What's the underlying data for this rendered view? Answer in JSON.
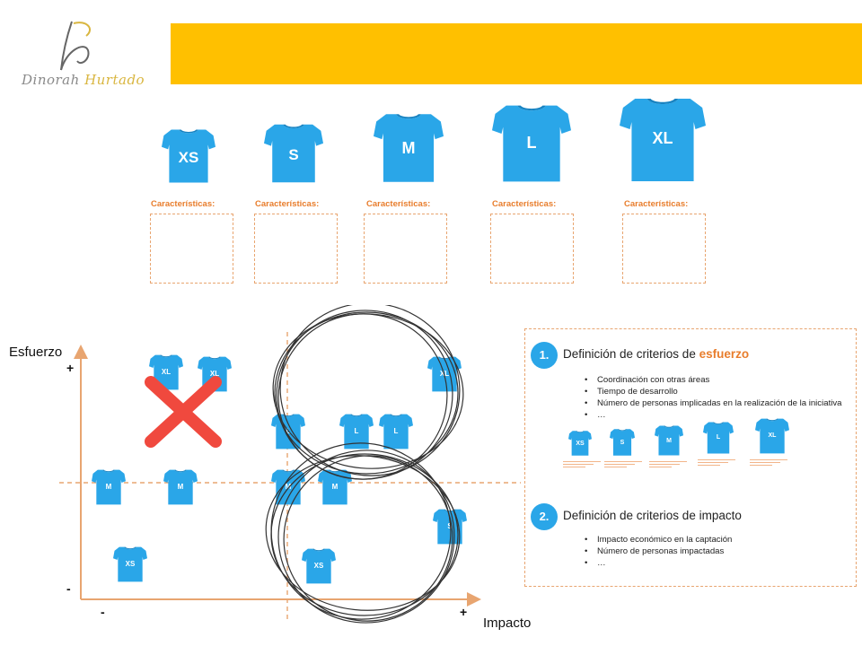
{
  "logo": {
    "text_main": "Dinorah ",
    "text_accent": "Hurtado",
    "icon": "monogram-h-icon"
  },
  "sizes": [
    {
      "size": "XS",
      "caption": "Características:"
    },
    {
      "size": "S",
      "caption": "Características:"
    },
    {
      "size": "M",
      "caption": "Características:"
    },
    {
      "size": "L",
      "caption": "Características:"
    },
    {
      "size": "XL",
      "caption": "Características:"
    }
  ],
  "matrix": {
    "y_label": "Esfuerzo",
    "x_label": "Impacto",
    "y_plus": "+",
    "y_minus": "-",
    "x_minus": "-",
    "x_plus": "+",
    "items": [
      {
        "size": "XL",
        "discarded": true
      },
      {
        "size": "XL",
        "discarded": true
      },
      {
        "size": "XL",
        "discarded": false
      },
      {
        "size": "L",
        "discarded": false
      },
      {
        "size": "L",
        "discarded": false
      },
      {
        "size": "L",
        "discarded": false
      },
      {
        "size": "M",
        "discarded": false
      },
      {
        "size": "M",
        "discarded": false
      },
      {
        "size": "M",
        "discarded": false
      },
      {
        "size": "M",
        "discarded": false
      },
      {
        "size": "S",
        "discarded": false
      },
      {
        "size": "XS",
        "discarded": false
      },
      {
        "size": "XS",
        "discarded": false
      }
    ]
  },
  "panel": {
    "step1": {
      "number": "1.",
      "title_prefix": "Definición de criterios de ",
      "title_highlight": "esfuerzo",
      "bullets": [
        "Coordinación con otras áreas",
        "Tiempo de desarrollo",
        "Número de personas implicadas en la realización de la iniciativa",
        "…"
      ],
      "mini_sizes": [
        "XS",
        "S",
        "M",
        "L",
        "XL"
      ]
    },
    "step2": {
      "number": "2.",
      "title": "Definición de criterios de impacto",
      "bullets": [
        "Impacto económico en la captación",
        "Número de personas impactadas",
        "…"
      ]
    }
  },
  "colors": {
    "banner": "#ffc000",
    "shirt": "#2aa6e8",
    "accent": "#e87d2c",
    "cross": "#f0493e"
  }
}
